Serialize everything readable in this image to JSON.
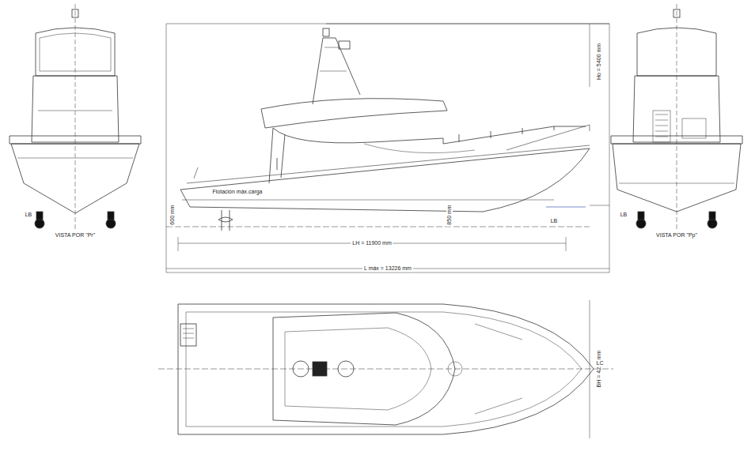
{
  "diagram": {
    "labels": [
      "VISTA POR \"Pr\"",
      "VISTA POR \"Pp\"",
      "Flotación máx.carga",
      "LH = 11900 mm",
      "L máx = 13226 mm",
      "Ho = 5400 mm",
      "BH = 4218 mm",
      "600 mm",
      "850 mm",
      "LB",
      "LB",
      "LB",
      "LC"
    ]
  }
}
